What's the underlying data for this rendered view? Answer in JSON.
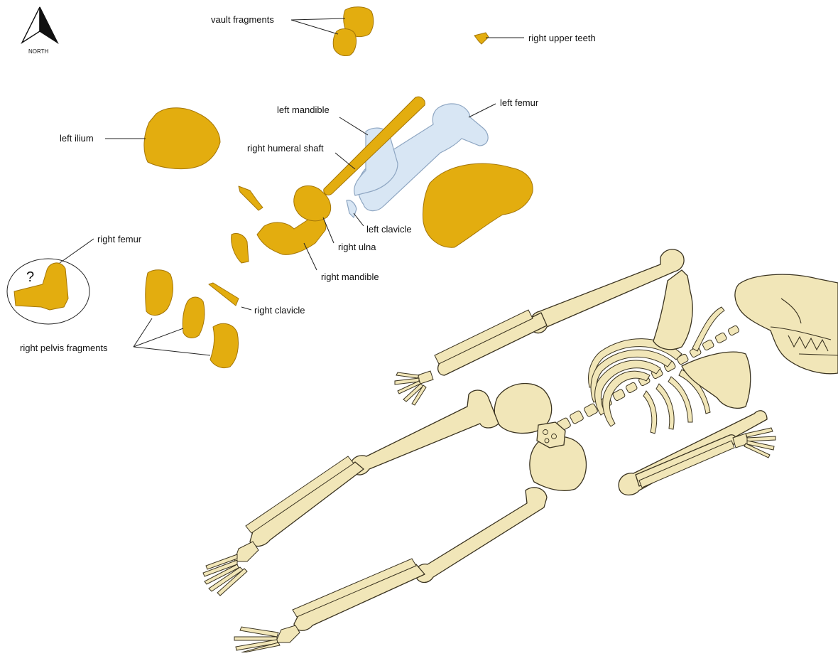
{
  "compass": {
    "label": "NORTH"
  },
  "labels": {
    "vault_fragments": "vault fragments",
    "right_upper_teeth": "right upper teeth",
    "left_mandible": "left mandible",
    "left_femur": "left femur",
    "left_ilium": "left ilium",
    "right_humeral_shaft": "right humeral shaft",
    "left_clavicle": "left clavicle",
    "right_ulna": "right ulna",
    "right_femur": "right femur",
    "right_mandible": "right mandible",
    "right_clavicle": "right clavicle",
    "right_pelvis_fragments": "right pelvis fragments",
    "uncertain_mark": "?"
  },
  "colors": {
    "fossil": "#e3ad0f",
    "reference_bone": "#d8e6f4",
    "skeleton_bone": "#f1e6b8"
  }
}
